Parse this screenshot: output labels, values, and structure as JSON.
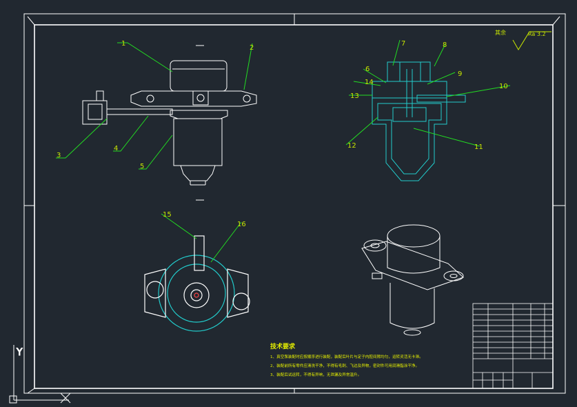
{
  "balloons": {
    "b1": "1",
    "b2": "2",
    "b3": "3",
    "b4": "4",
    "b5": "5",
    "b6": "6",
    "b7": "7",
    "b8": "8",
    "b9": "9",
    "b10": "10",
    "b11": "11",
    "b12": "12",
    "b13": "13",
    "b14": "14",
    "b15": "15",
    "b16": "16"
  },
  "roughness": {
    "rest_label": "其余",
    "ra_value": "Ra 3.2"
  },
  "tech_requirements": {
    "title": "技术要求",
    "lines": [
      "1、真空泵装配时应按顺序进行装配，装配后叶片与定子内腔间隙均匀，运转灵活无卡滞。",
      "2、装配前所有零件应清洗干净，不得有毛刺、飞边及异物，密封件可用润滑脂涂干净。",
      "3、装配后试运转，不得有异响，无泄漏及异常温升。"
    ]
  },
  "colors": {
    "background": "#212830",
    "frame": "#ffffff",
    "leader": "#22dd22",
    "section": "#22cccc",
    "text": "#c8e600"
  }
}
